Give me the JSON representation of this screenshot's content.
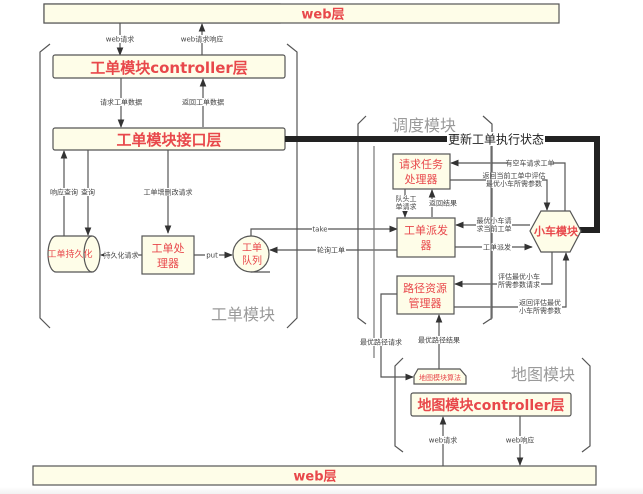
{
  "diagram": {
    "web_layer_top": "web层",
    "web_layer_bottom": "web层",
    "modules": {
      "workorder": "工单模块",
      "scheduler": "调度模块",
      "map": "地图模块"
    },
    "nodes": {
      "workorder_controller": "工单模块controller层",
      "workorder_interface": "工单模块接口层",
      "workorder_persistence": "工单持久化",
      "workorder_processor_l1": "工单处",
      "workorder_processor_l2": "理器",
      "workorder_queue_l1": "工单",
      "workorder_queue_l2": "队列",
      "task_request_handler_l1": "请求任务",
      "task_request_handler_l2": "处理器",
      "workorder_dispatcher_l1": "工单派发",
      "workorder_dispatcher_l2": "器",
      "path_resource_manager_l1": "路径资源",
      "path_resource_manager_l2": "管理器",
      "vehicle_module": "小车模块",
      "map_algorithm": "地图模块算法",
      "map_controller": "地图模块controller层"
    },
    "edges": {
      "web_request": "web请求",
      "web_response_top": "web请求响应",
      "request_workorder_data": "请求工单数据",
      "return_workorder_data": "返回工单数据",
      "response_query": "响应查询",
      "query": "查询",
      "workorder_crud_request": "工单增删改请求",
      "persistence_request": "持久化请求",
      "put": "put",
      "take": "take",
      "poll_workorder": "轮询工单",
      "update_status": "更新工单执行状态",
      "idle_vehicle_request": "有空车请求工单",
      "return_eval_params_l1": "返回当前工单中评估",
      "return_eval_params_l2": "最优小车所需参数",
      "queue_head_request_l1": "队头工",
      "queue_head_request_l2": "单请求",
      "return_result": "返回结果",
      "best_vehicle_request_l1": "最优小车请",
      "best_vehicle_request_l2": "求当前工单",
      "dispatch": "工单派发",
      "eval_params_request_l1": "评估最优小车",
      "eval_params_request_l2": "所需参数请求",
      "return_eval_l1": "返回评估最优",
      "return_eval_l2": "小车所需参数",
      "best_path_request": "最优路径请求",
      "best_path_result": "最优路径结果",
      "map_web_request": "web请求",
      "map_web_response": "web响应"
    }
  }
}
